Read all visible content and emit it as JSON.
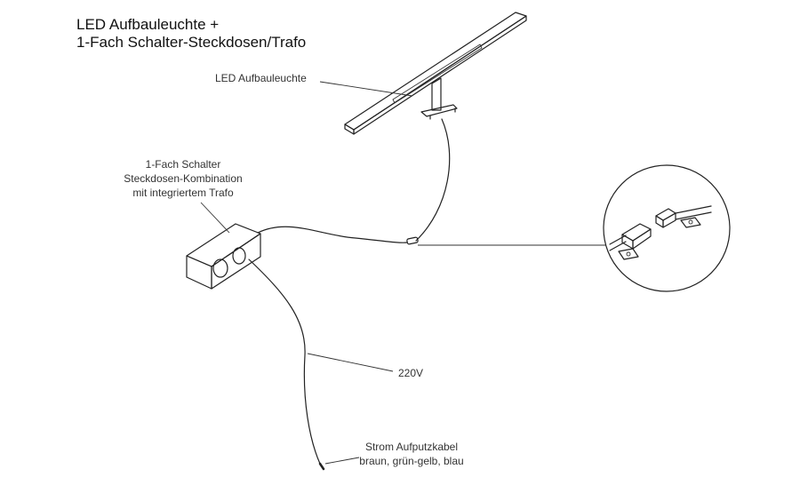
{
  "header": {
    "title_line1": "LED Aufbauleuchte +",
    "title_line2": "1-Fach Schalter-Steckdosen/Trafo"
  },
  "labels": {
    "lamp": "LED Aufbauleuchte",
    "switch_line1": "1-Fach Schalter",
    "switch_line2": "Steckdosen-Kombination",
    "switch_line3": "mit integriertem Trafo",
    "voltage": "220V",
    "cable_line1": "Strom Aufputzkabel",
    "cable_line2": "braun, grün-gelb, blau"
  },
  "colors": {
    "line": "#222222",
    "text": "#333333",
    "background": "#ffffff"
  }
}
